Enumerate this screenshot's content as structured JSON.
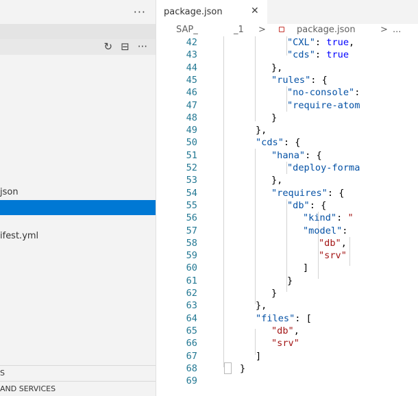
{
  "sidebar": {
    "more_label": "···",
    "refresh_icon": "↻",
    "collapse_icon": "⊟",
    "actions_more": "···",
    "files": [
      {
        "label": "json",
        "selected": false
      },
      {
        "label": "",
        "selected": true
      },
      {
        "label": "ifest.yml",
        "selected": false
      }
    ],
    "bottom_sections": [
      "S",
      "AND SERVICES"
    ]
  },
  "editor": {
    "tab": {
      "label": "package.json",
      "close": "✕"
    },
    "breadcrumb": {
      "part1": "SAP_",
      "part2": "_1",
      "sep": ">",
      "file": "package.json",
      "tail": "..."
    },
    "lines": [
      {
        "n": 42,
        "indent": 5,
        "tokens": [
          {
            "c": "k",
            "t": "\"CXL\""
          },
          {
            "c": "",
            "t": ": "
          },
          {
            "c": "b",
            "t": "true"
          },
          {
            "c": "",
            "t": ","
          }
        ]
      },
      {
        "n": 43,
        "indent": 5,
        "tokens": [
          {
            "c": "k",
            "t": "\"cds\""
          },
          {
            "c": "",
            "t": ": "
          },
          {
            "c": "b",
            "t": "true"
          }
        ]
      },
      {
        "n": 44,
        "indent": 4,
        "tokens": [
          {
            "c": "",
            "t": "},"
          }
        ]
      },
      {
        "n": 45,
        "indent": 4,
        "tokens": [
          {
            "c": "k",
            "t": "\"rules\""
          },
          {
            "c": "",
            "t": ": {"
          }
        ]
      },
      {
        "n": 46,
        "indent": 5,
        "tokens": [
          {
            "c": "k",
            "t": "\"no-console\""
          },
          {
            "c": "",
            "t": ":"
          }
        ]
      },
      {
        "n": 47,
        "indent": 5,
        "tokens": [
          {
            "c": "k",
            "t": "\"require-atom"
          }
        ]
      },
      {
        "n": 48,
        "indent": 4,
        "tokens": [
          {
            "c": "",
            "t": "}"
          }
        ]
      },
      {
        "n": 49,
        "indent": 3,
        "tokens": [
          {
            "c": "",
            "t": "},"
          }
        ]
      },
      {
        "n": 50,
        "indent": 3,
        "tokens": [
          {
            "c": "k",
            "t": "\"cds\""
          },
          {
            "c": "",
            "t": ": {"
          }
        ]
      },
      {
        "n": 51,
        "indent": 4,
        "tokens": [
          {
            "c": "k",
            "t": "\"hana\""
          },
          {
            "c": "",
            "t": ": {"
          }
        ]
      },
      {
        "n": 52,
        "indent": 5,
        "tokens": [
          {
            "c": "k",
            "t": "\"deploy-forma"
          }
        ]
      },
      {
        "n": 53,
        "indent": 4,
        "tokens": [
          {
            "c": "",
            "t": "},"
          }
        ]
      },
      {
        "n": 54,
        "indent": 4,
        "tokens": [
          {
            "c": "k",
            "t": "\"requires\""
          },
          {
            "c": "",
            "t": ": {"
          }
        ]
      },
      {
        "n": 55,
        "indent": 5,
        "tokens": [
          {
            "c": "k",
            "t": "\"db\""
          },
          {
            "c": "",
            "t": ": {"
          }
        ]
      },
      {
        "n": 56,
        "indent": 6,
        "tokens": [
          {
            "c": "k",
            "t": "\"kind\""
          },
          {
            "c": "",
            "t": ": "
          },
          {
            "c": "s",
            "t": "\""
          }
        ]
      },
      {
        "n": 57,
        "indent": 6,
        "tokens": [
          {
            "c": "k",
            "t": "\"model\""
          },
          {
            "c": "",
            "t": ": "
          }
        ]
      },
      {
        "n": 58,
        "indent": 7,
        "tokens": [
          {
            "c": "s",
            "t": "\"db\""
          },
          {
            "c": "",
            "t": ","
          }
        ]
      },
      {
        "n": 59,
        "indent": 7,
        "tokens": [
          {
            "c": "s",
            "t": "\"srv\""
          }
        ]
      },
      {
        "n": 60,
        "indent": 6,
        "tokens": [
          {
            "c": "",
            "t": "]"
          }
        ]
      },
      {
        "n": 61,
        "indent": 5,
        "tokens": [
          {
            "c": "",
            "t": "}"
          }
        ]
      },
      {
        "n": 62,
        "indent": 4,
        "tokens": [
          {
            "c": "",
            "t": "}"
          }
        ]
      },
      {
        "n": 63,
        "indent": 3,
        "tokens": [
          {
            "c": "",
            "t": "},"
          }
        ]
      },
      {
        "n": 64,
        "indent": 3,
        "tokens": [
          {
            "c": "k",
            "t": "\"files\""
          },
          {
            "c": "",
            "t": ": ["
          }
        ]
      },
      {
        "n": 65,
        "indent": 4,
        "tokens": [
          {
            "c": "s",
            "t": "\"db\""
          },
          {
            "c": "",
            "t": ","
          }
        ]
      },
      {
        "n": 66,
        "indent": 4,
        "tokens": [
          {
            "c": "s",
            "t": "\"srv\""
          }
        ]
      },
      {
        "n": 67,
        "indent": 3,
        "tokens": [
          {
            "c": "",
            "t": "]"
          }
        ]
      },
      {
        "n": 68,
        "indent": 2,
        "tokens": [
          {
            "c": "",
            "t": "}"
          }
        ]
      },
      {
        "n": 69,
        "indent": 0,
        "tokens": []
      }
    ]
  },
  "colors": {
    "selected_row": "#0078d4",
    "json_key": "#0451a5",
    "json_string": "#a31515",
    "json_keyword": "#0000ff",
    "line_number": "#237893"
  }
}
